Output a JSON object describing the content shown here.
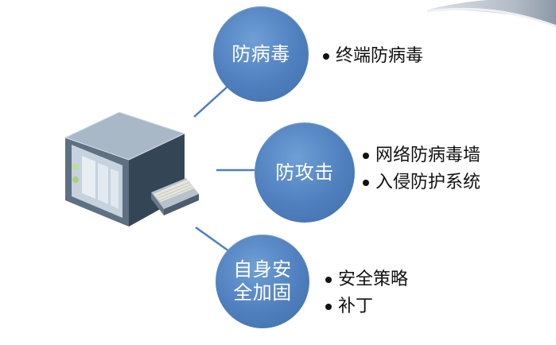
{
  "diagram": {
    "nodes": [
      {
        "label": "防病毒",
        "items": [
          "终端防病毒"
        ]
      },
      {
        "label": "防攻击",
        "items": [
          "网络防病毒墙",
          "入侵防护系统"
        ]
      },
      {
        "label": "自身安\n全加固",
        "items": [
          "安全策略",
          "补丁"
        ]
      }
    ]
  },
  "icons": {
    "server": "server-icon",
    "swoosh": "corner-swoosh-icon"
  },
  "colors": {
    "circle": "#4f7fbe",
    "connector": "#4f7fbe",
    "text": "#111111",
    "server_dark": "#4f6072",
    "server_light": "#c7d3df"
  }
}
